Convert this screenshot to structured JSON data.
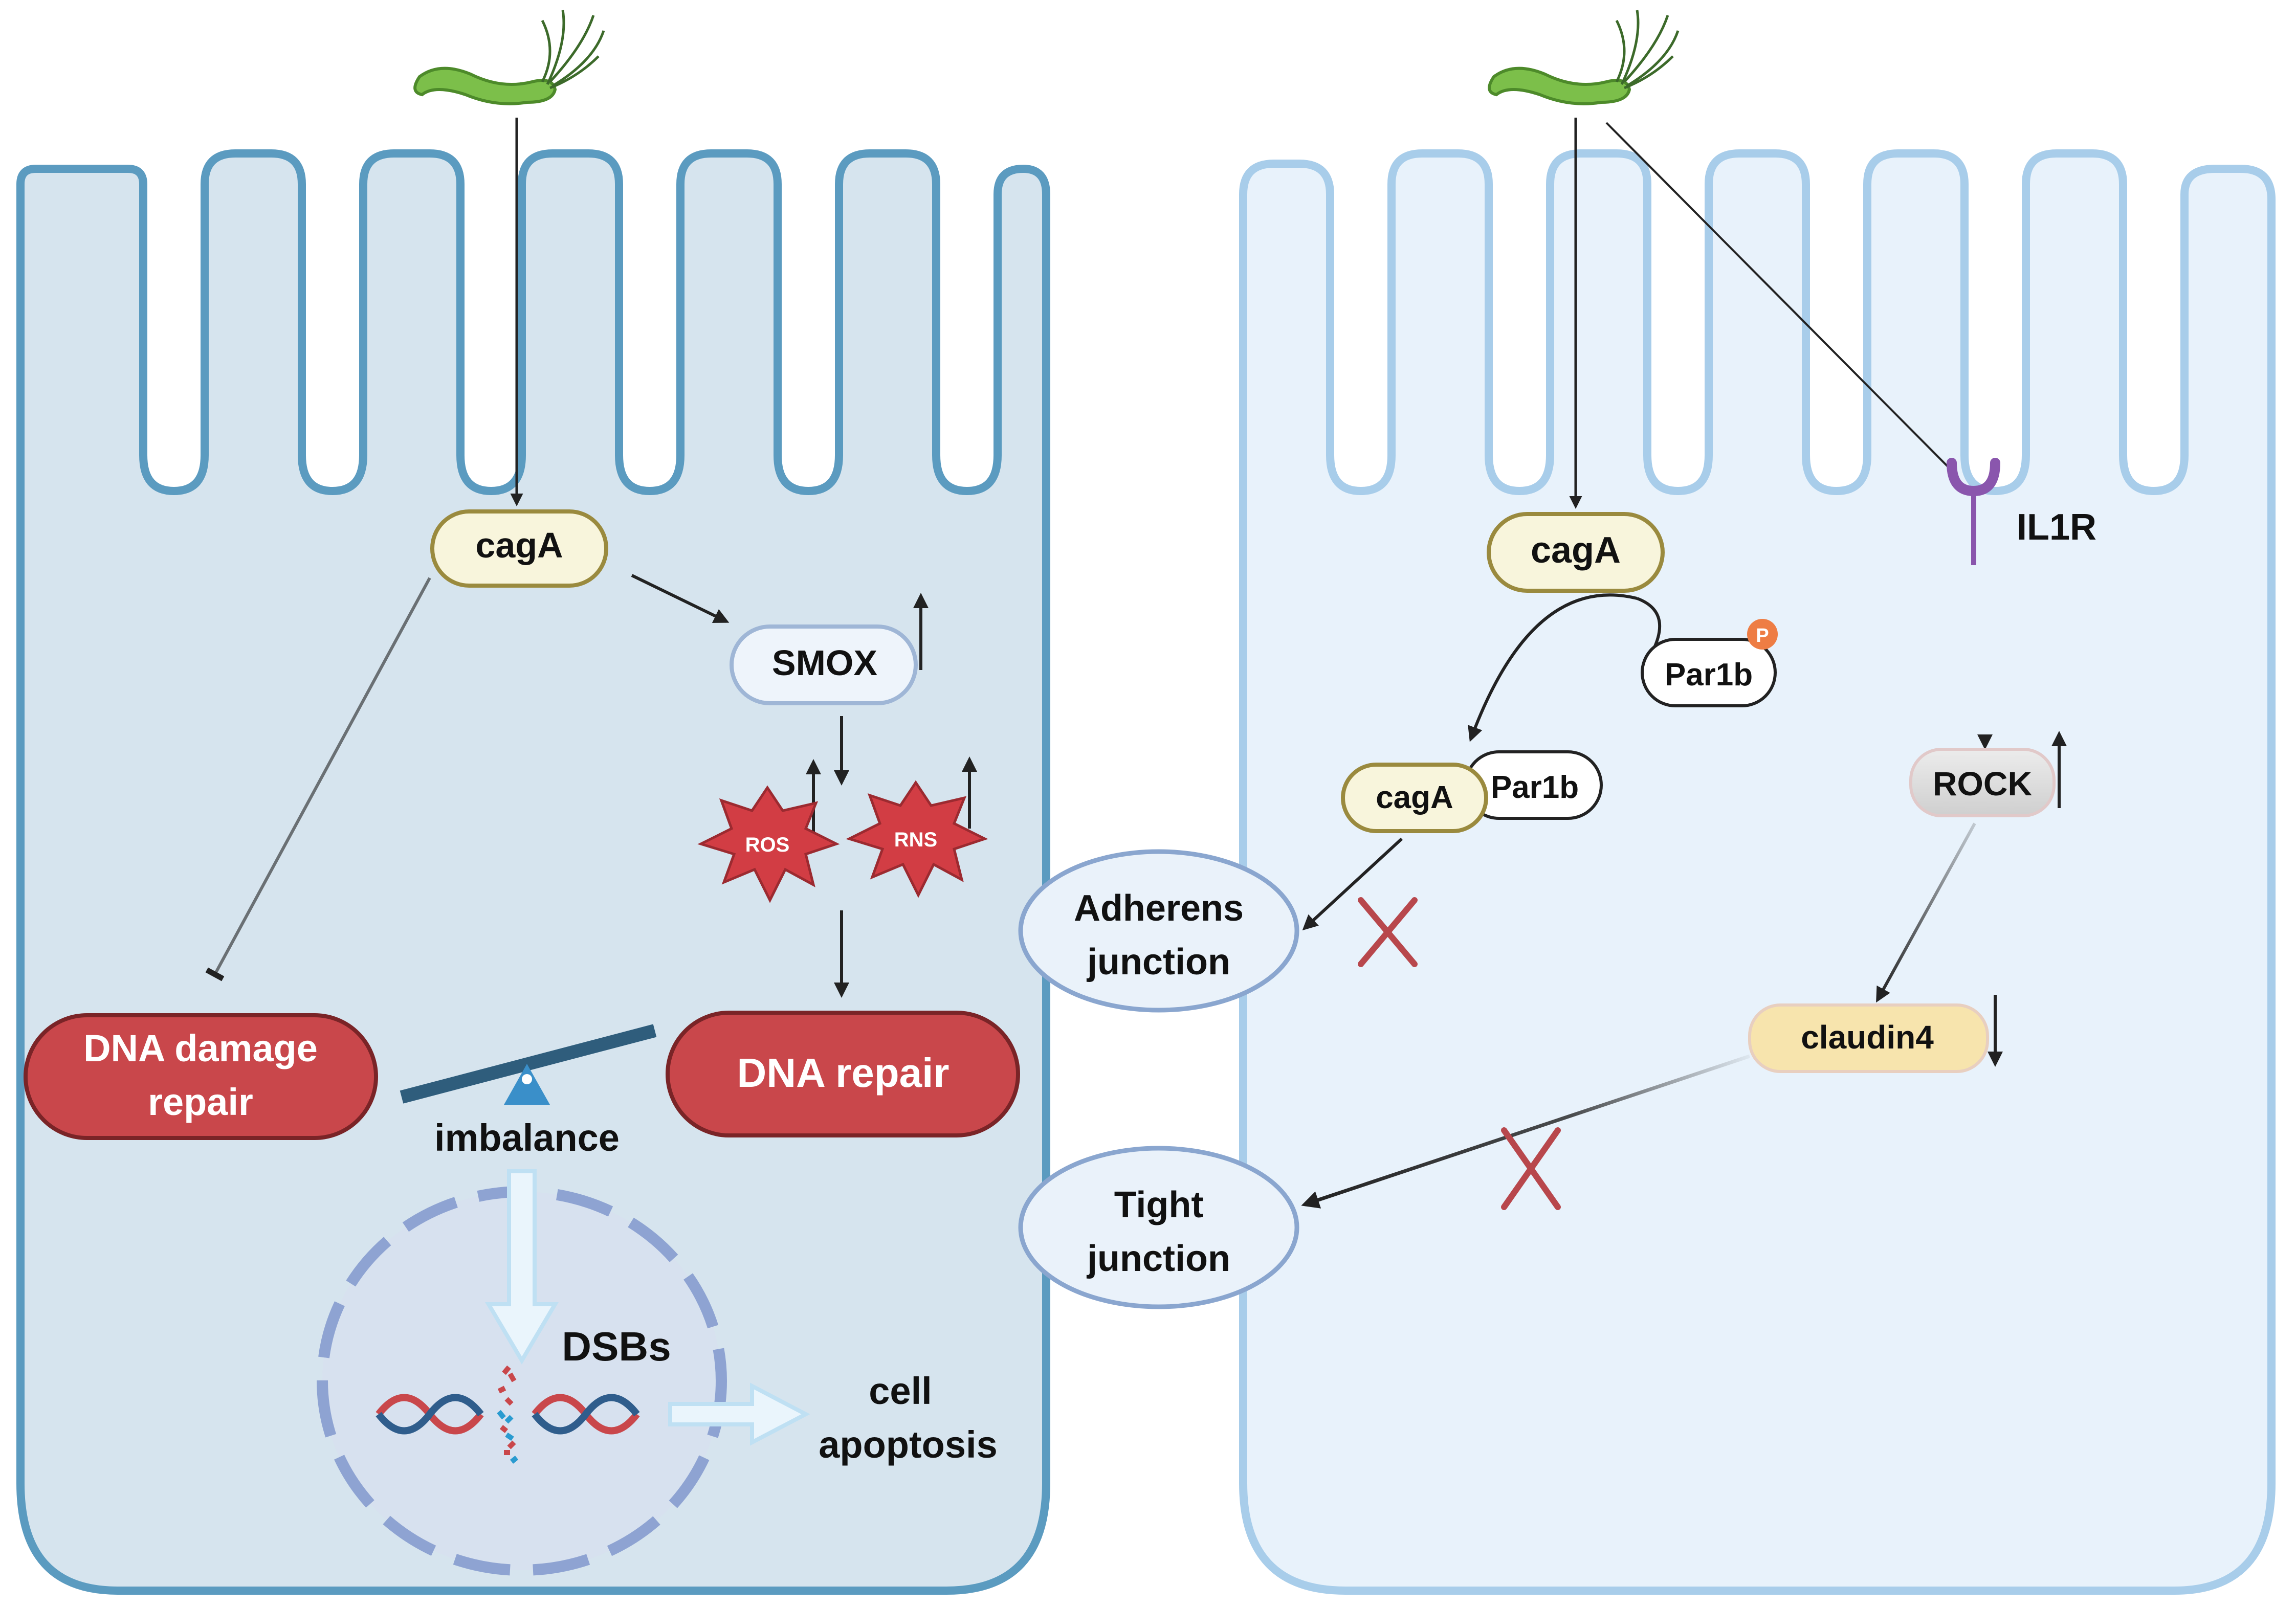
{
  "left_panel": {
    "cagA": "cagA",
    "smox": "SMOX",
    "ros": "ROS",
    "rns": "RNS",
    "dna_damage_repair": [
      "DNA damage",
      "repair"
    ],
    "dna_repair": "DNA repair",
    "imbalance": "imbalance",
    "dsbs": "DSBs",
    "cell_apoptosis": [
      "cell",
      "apoptosis"
    ]
  },
  "center": {
    "adherens_junction": [
      "Adherens",
      "junction"
    ],
    "tight_junction": [
      "Tight",
      "junction"
    ]
  },
  "right_panel": {
    "cagA": "cagA",
    "par1b": "Par1b",
    "phospho": "P",
    "complex_cagA": "cagA",
    "complex_par1b": "Par1b",
    "il1r": "IL1R",
    "rock": "ROCK",
    "claudin4": "claudin4"
  },
  "colors": {
    "left_cell_fill": "#d6e4ee",
    "left_cell_stroke": "#5b9bc0",
    "right_cell_fill": "#e8f2fb",
    "right_cell_stroke": "#a8cdea",
    "dna_red": "#c9474b",
    "star_red": "#d23d44",
    "bacterium_green": "#7cbf4a",
    "receptor_purple": "#8a56ad"
  }
}
